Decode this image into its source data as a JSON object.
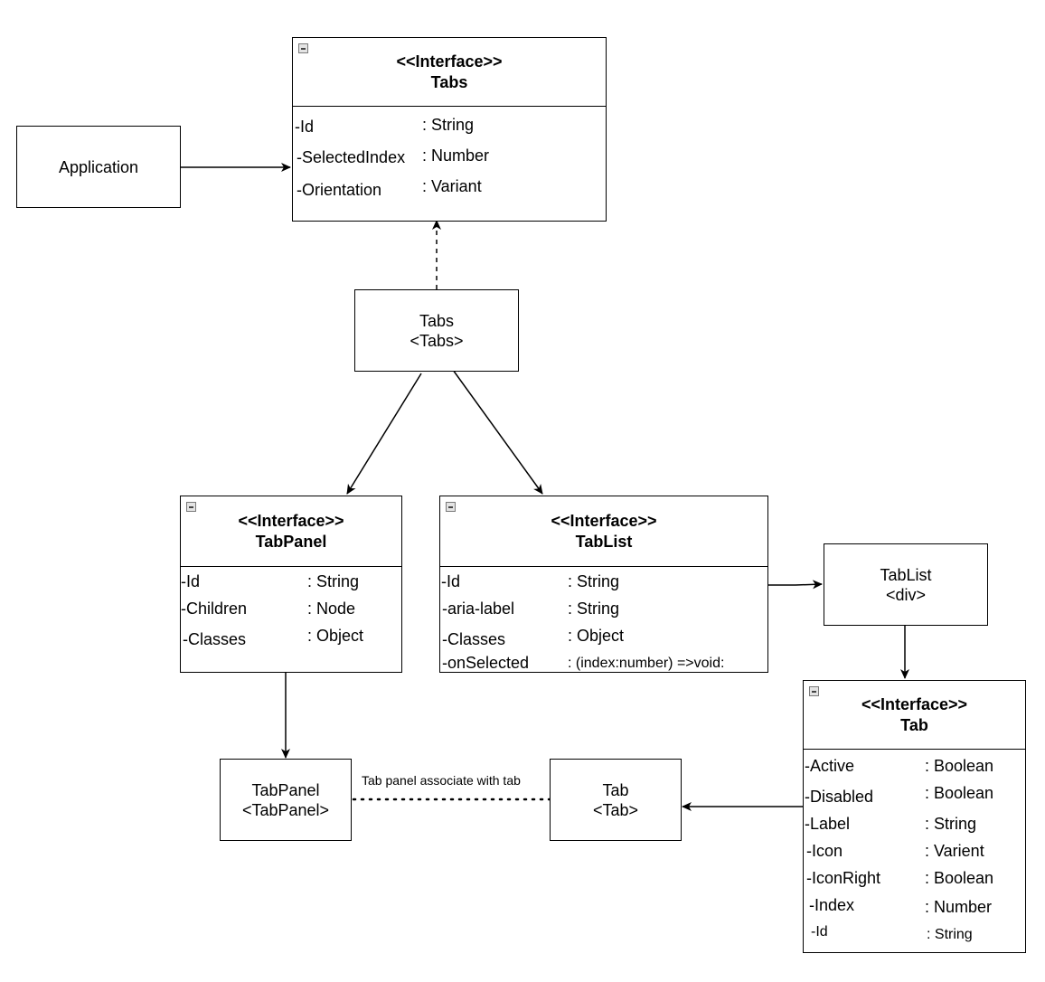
{
  "nodes": {
    "application": {
      "label": "Application"
    },
    "tabs_component": {
      "name": "Tabs",
      "tag": "<Tabs>"
    },
    "tablist_component": {
      "name": "TabList",
      "tag": "<div>"
    },
    "tabpanel_component": {
      "name": "TabPanel",
      "tag": "<TabPanel>"
    },
    "tab_component": {
      "name": "Tab",
      "tag": "<Tab>"
    }
  },
  "interfaces": {
    "tabs": {
      "stereotype": "<<Interface>>",
      "name": "Tabs",
      "attributes": [
        {
          "name": "-Id",
          "type": ": String"
        },
        {
          "name": "-SelectedIndex",
          "type": ": Number"
        },
        {
          "name": "-Orientation",
          "type": ": Variant"
        }
      ]
    },
    "tabpanel": {
      "stereotype": "<<Interface>>",
      "name": "TabPanel",
      "attributes": [
        {
          "name": "-Id",
          "type": ": String"
        },
        {
          "name": "-Children",
          "type": ": Node"
        },
        {
          "name": "-Classes",
          "type": ": Object"
        }
      ]
    },
    "tablist": {
      "stereotype": "<<Interface>>",
      "name": "TabList",
      "attributes": [
        {
          "name": "-Id",
          "type": ": String"
        },
        {
          "name": "-aria-label",
          "type": ": String"
        },
        {
          "name": "-Classes",
          "type": ": Object"
        },
        {
          "name": "-onSelected",
          "type": ": (index:number) =>void:"
        }
      ]
    },
    "tab": {
      "stereotype": "<<Interface>>",
      "name": "Tab",
      "attributes": [
        {
          "name": "-Active",
          "type": ": Boolean"
        },
        {
          "name": "-Disabled",
          "type": ": Boolean"
        },
        {
          "name": "-Label",
          "type": ": String"
        },
        {
          "name": "-Icon",
          "type": ": Varient"
        },
        {
          "name": "-IconRight",
          "type": ": Boolean"
        },
        {
          "name": "-Index",
          "type": ": Number"
        },
        {
          "name": "-Id",
          "type": ": String"
        }
      ]
    }
  },
  "edges": {
    "tabpanel_tab_label": "Tab panel associate with tab"
  }
}
